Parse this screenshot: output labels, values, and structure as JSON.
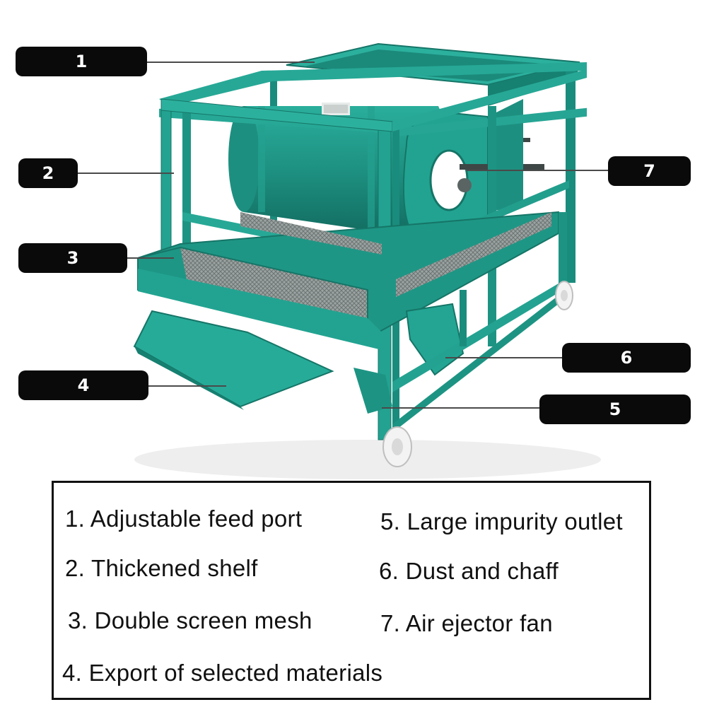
{
  "colors": {
    "machine_teal": "#1f9c8c",
    "machine_dark": "#147567",
    "machine_light": "#34b8a6",
    "label_bg": "#0a0a0a",
    "label_text": "#ffffff"
  },
  "callouts": [
    {
      "number": "1"
    },
    {
      "number": "2"
    },
    {
      "number": "3"
    },
    {
      "number": "4"
    },
    {
      "number": "5"
    },
    {
      "number": "6"
    },
    {
      "number": "7"
    }
  ],
  "legend": {
    "items": [
      {
        "text": "1. Adjustable feed port"
      },
      {
        "text": "2. Thickened shelf"
      },
      {
        "text": "3. Double screen mesh"
      },
      {
        "text": "4. Export of selected materials"
      },
      {
        "text": "5. Large impurity outlet"
      },
      {
        "text": "6. Dust and chaff"
      },
      {
        "text": "7. Air ejector fan"
      }
    ]
  }
}
